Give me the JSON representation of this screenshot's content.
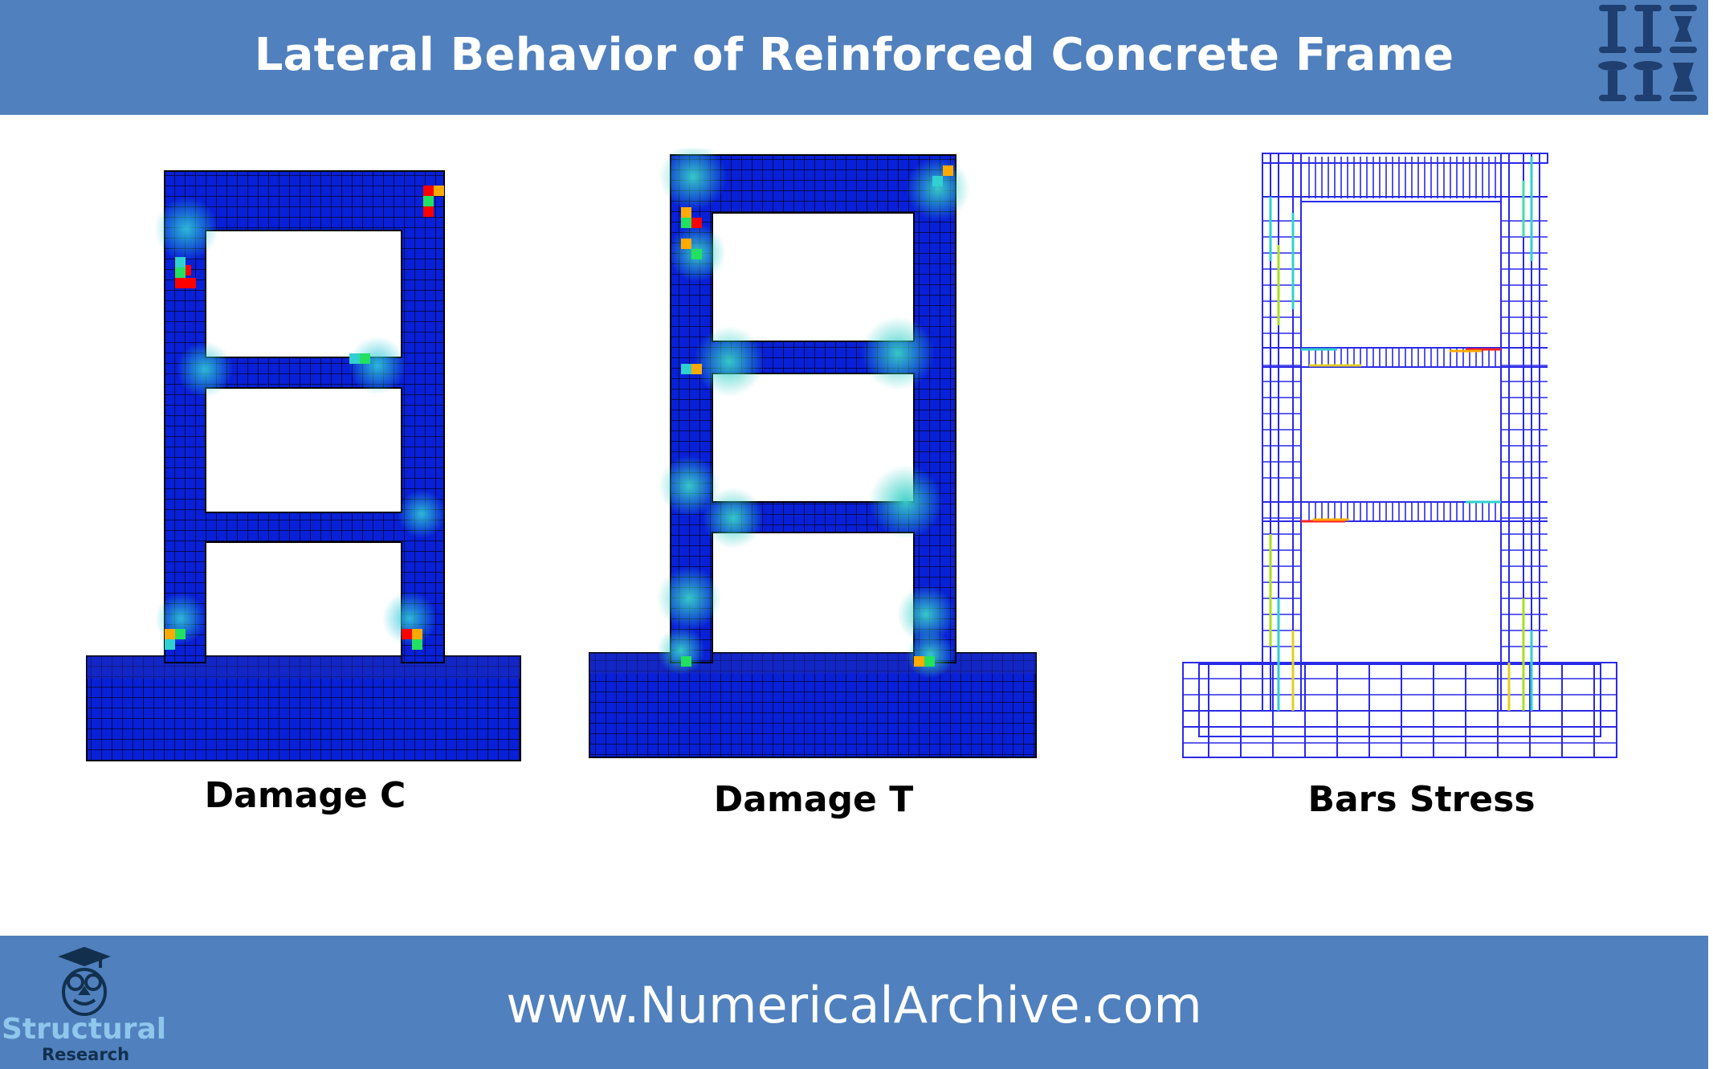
{
  "header": {
    "title": "Lateral Behavior of Reinforced Concrete Frame",
    "background_color": "#5080bd",
    "logo_icon": "column-glyph-icon"
  },
  "panels": [
    {
      "label": "Damage C",
      "colormap": "damage-contour"
    },
    {
      "label": "Damage T",
      "colormap": "damage-contour"
    },
    {
      "label": "Bars Stress",
      "colormap": "rebar-stress-contour"
    }
  ],
  "footer": {
    "url": "www.NumericalArchive.com",
    "brand_name": "Structural",
    "brand_sub": "Research",
    "logo_icon": "owl-icon"
  },
  "colors": {
    "concrete_blue": "#0820d8",
    "mesh_line": "#000000",
    "hot_red": "#ff0000",
    "hot_orange": "#ffaa00",
    "mid_green": "#22e060",
    "mid_cyan": "#30d0d0",
    "rebar_blue": "#2a2ae8"
  }
}
